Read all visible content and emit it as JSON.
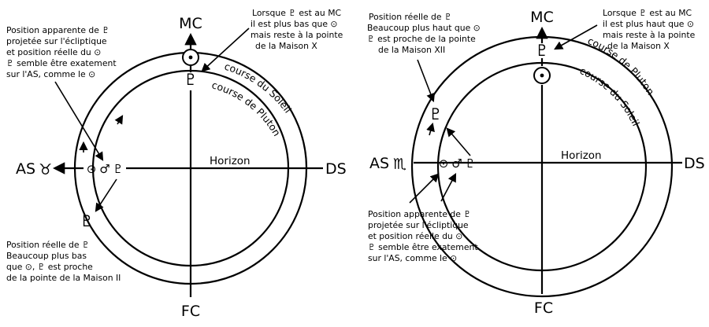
{
  "left": {
    "axis_labels": {
      "mc": "MC",
      "fc": "FC",
      "as": "AS",
      "ds": "DS",
      "horizon": "Horizon"
    },
    "arc_labels": {
      "sun": "course du Soleil",
      "pluto": "course de Pluton"
    },
    "as_sign": "♉",
    "glyphs": {
      "sun": "⊙",
      "mars": "♂",
      "pluto": "♇"
    },
    "notes": {
      "top_right": [
        "Lorsque ♇ est au MC",
        "il est plus bas que ⊙",
        "mais reste à la pointe",
        "de la Maison X"
      ],
      "top_left": [
        "Position apparente de ♇",
        "projetée sur l'écliptique",
        "et position réelle du ⊙",
        "♇ semble être exatement",
        "sur l'AS, comme le ⊙"
      ],
      "bottom_left": [
        "Position réelle de ♇",
        "Beaucoup plus bas",
        "que ⊙, ♇ est proche",
        "de la pointe de la Maison II"
      ]
    }
  },
  "right": {
    "axis_labels": {
      "mc": "MC",
      "fc": "FC",
      "as": "AS",
      "ds": "DS",
      "horizon": "Horizon"
    },
    "arc_labels": {
      "pluto": "course de Pluton",
      "sun": "course du Soleil"
    },
    "as_sign": "♏",
    "glyphs": {
      "sun": "⊙",
      "mars": "♂",
      "pluto": "♇"
    },
    "notes": {
      "top_left": [
        "Position réelle de ♇",
        "Beaucoup plus haut que ⊙",
        "♇ est proche de la pointe",
        "de la Maison XII"
      ],
      "top_right": [
        "Lorsque ♇ est au MC",
        "il est plus haut que ⊙",
        "mais reste à la pointe",
        "de la Maison X"
      ],
      "bottom": [
        "Position apparente de ♇",
        "projetée sur l'écliptique",
        "et position réelle du ⊙",
        "♇ semble être exatement",
        "sur l'AS, comme le ⊙"
      ]
    }
  }
}
